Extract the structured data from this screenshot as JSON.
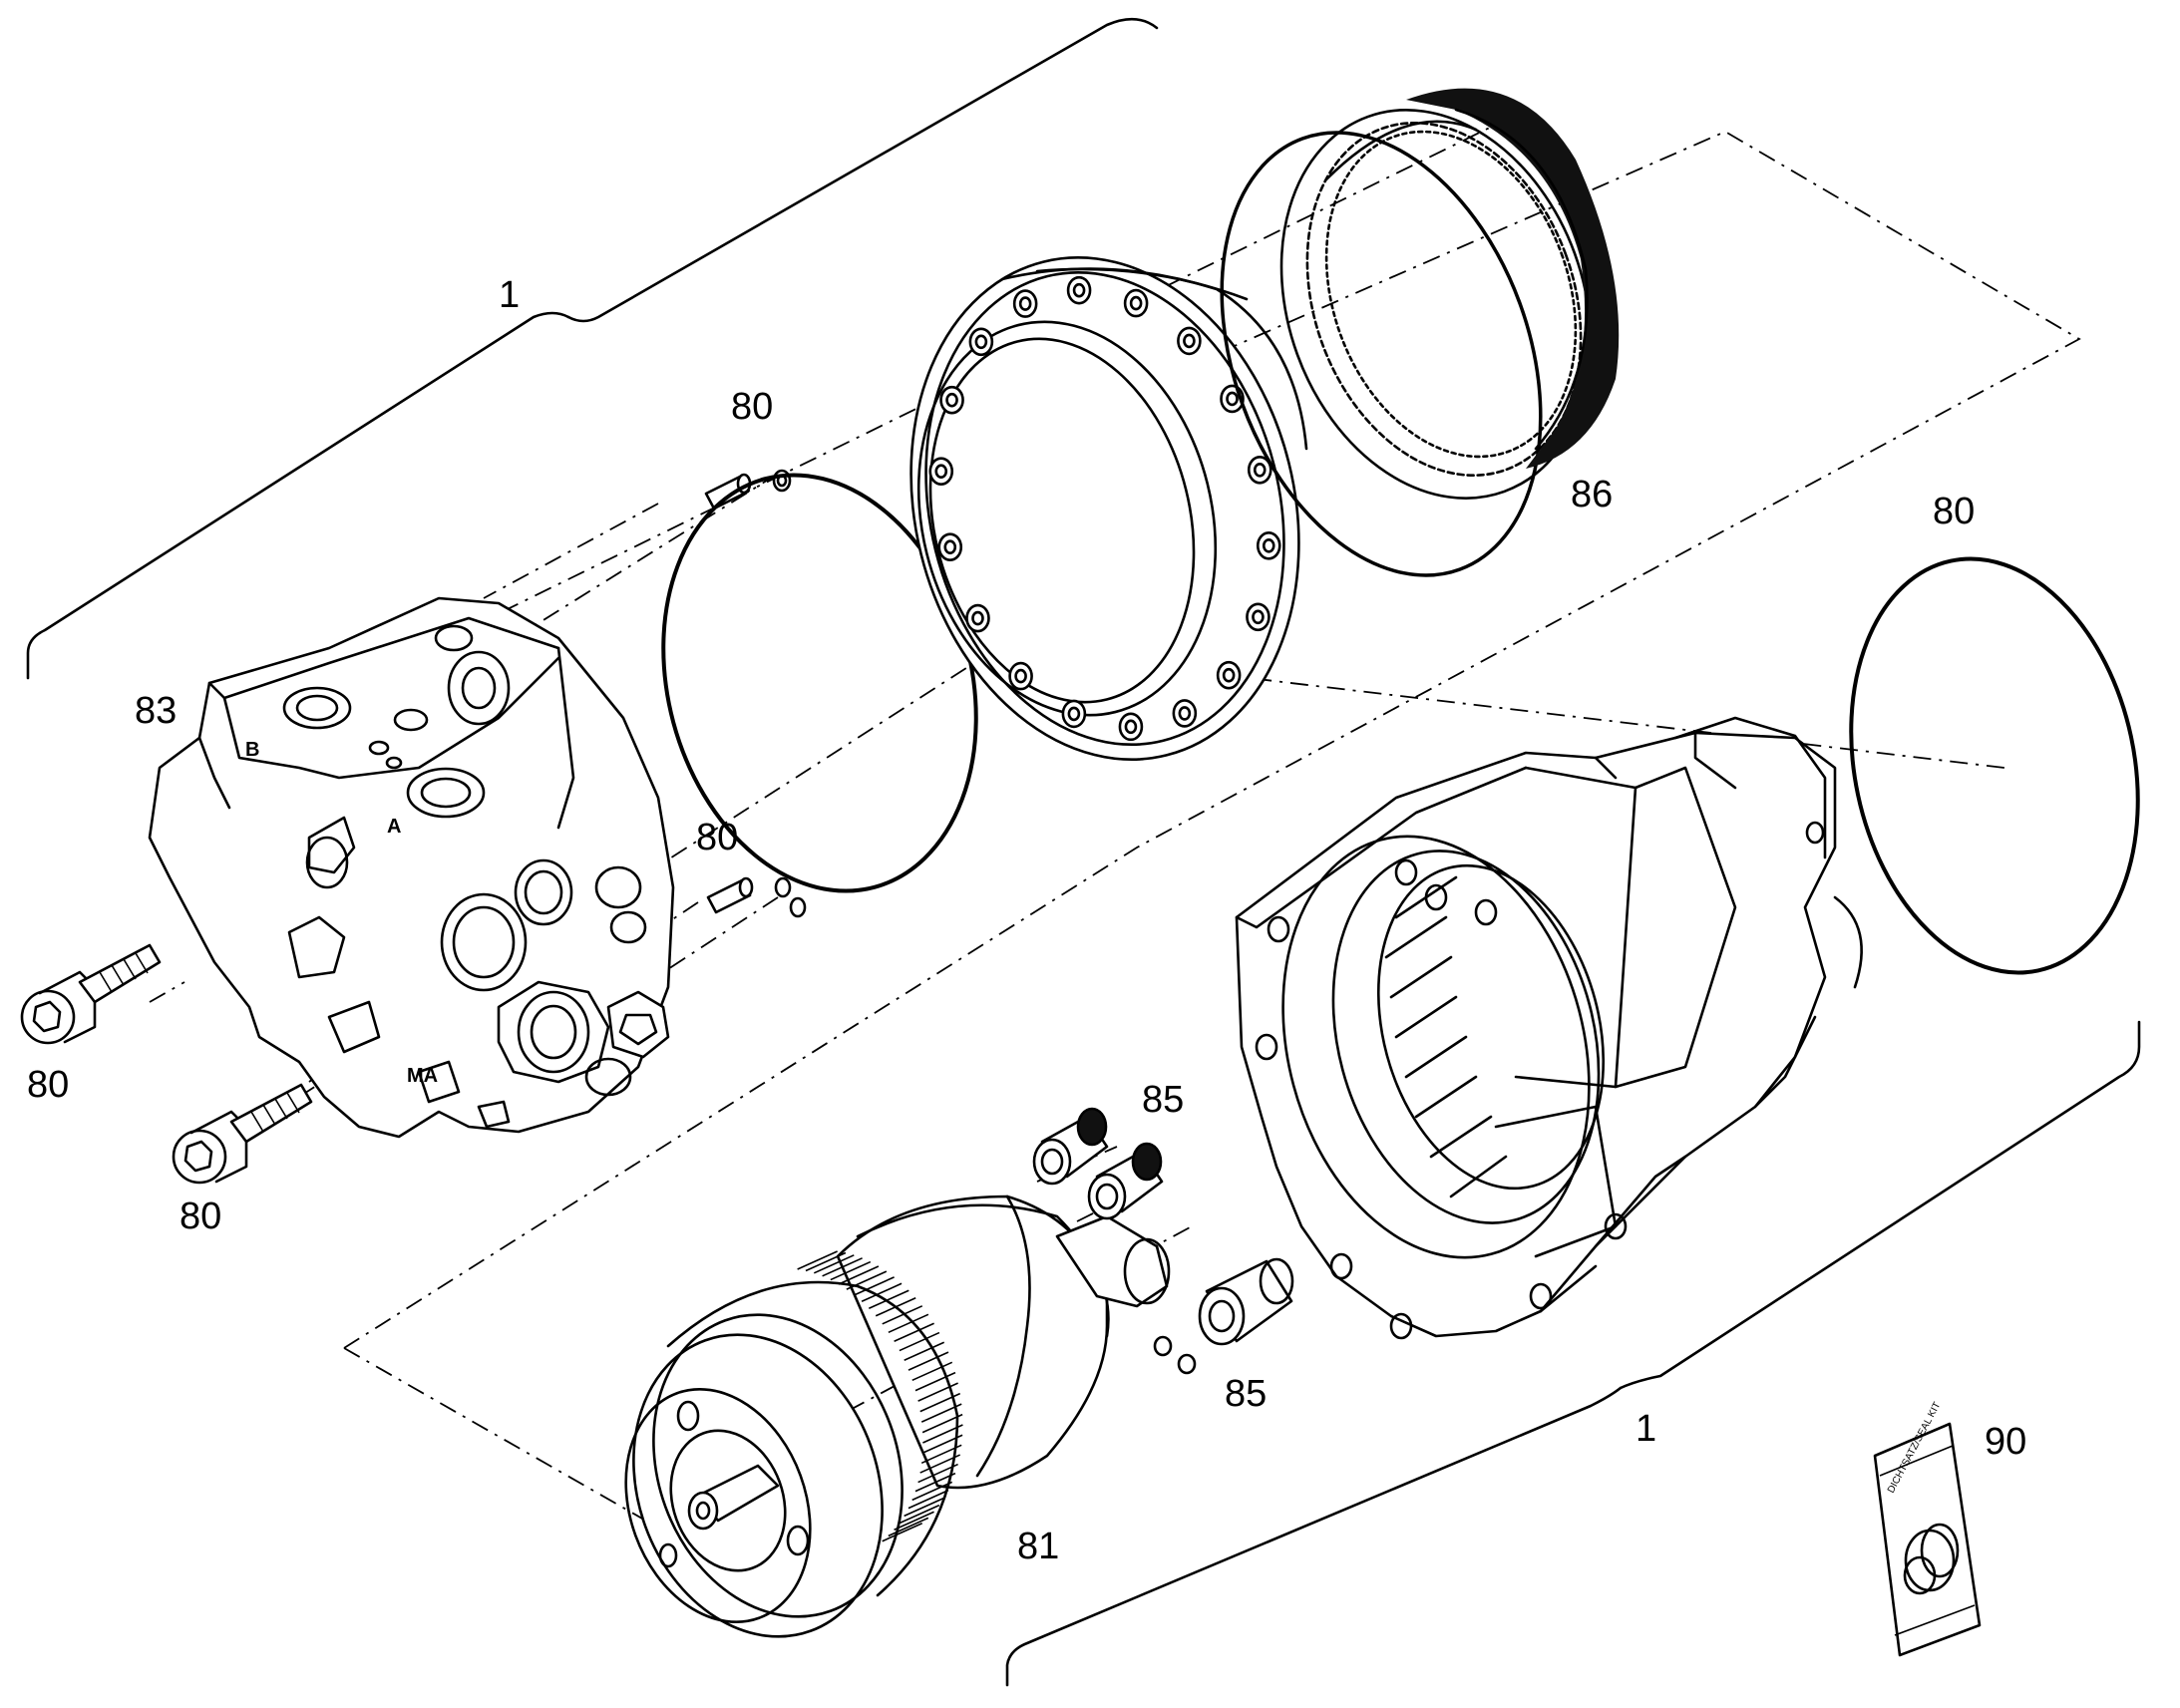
{
  "diagram": {
    "callouts": [
      {
        "id": "c1a",
        "text": "1"
      },
      {
        "id": "c1b",
        "text": "1"
      },
      {
        "id": "c80a",
        "text": "80"
      },
      {
        "id": "c80b",
        "text": "80"
      },
      {
        "id": "c80c",
        "text": "80"
      },
      {
        "id": "c80d",
        "text": "80"
      },
      {
        "id": "c80e",
        "text": "80"
      },
      {
        "id": "c81",
        "text": "81"
      },
      {
        "id": "c83",
        "text": "83"
      },
      {
        "id": "c85a",
        "text": "85"
      },
      {
        "id": "c85b",
        "text": "85"
      },
      {
        "id": "c86",
        "text": "86"
      },
      {
        "id": "c90",
        "text": "90"
      }
    ],
    "seal_kit_text": "DICHTSATZ/SEAL KIT"
  }
}
